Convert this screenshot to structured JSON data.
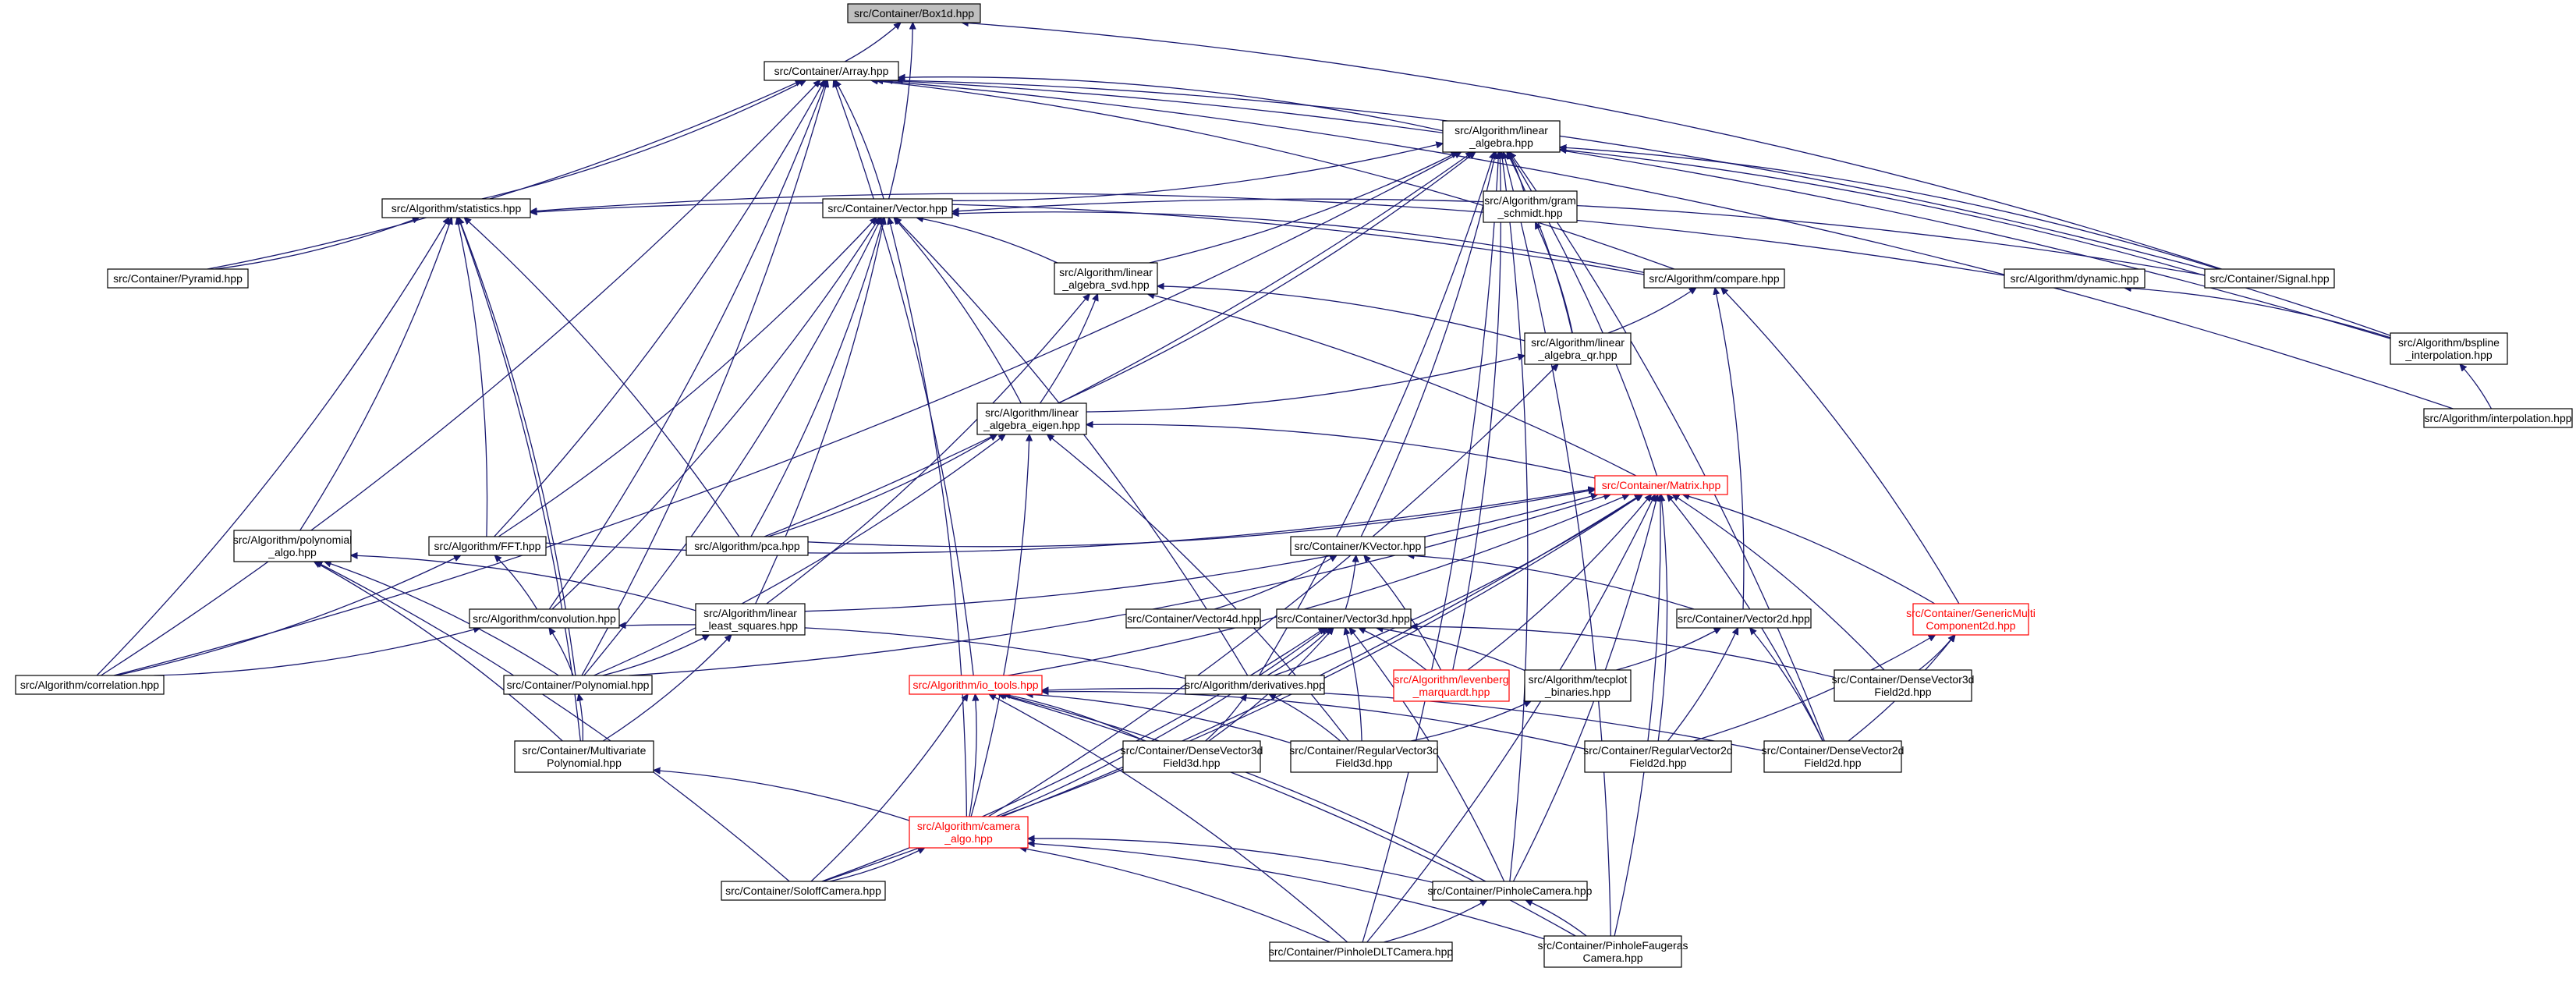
{
  "diagram": {
    "title": "",
    "edge_color": "#191970",
    "highlight_color": "#ff0000",
    "root_fill": "#bfbfbf",
    "nodes": [
      {
        "id": "box1d",
        "lines": [
          "src/Container/Box1d.hpp"
        ],
        "style": "root"
      },
      {
        "id": "array",
        "lines": [
          "src/Container/Array.hpp"
        ],
        "style": "normal"
      },
      {
        "id": "linalg",
        "lines": [
          "src/Algorithm/linear",
          "_algebra.hpp"
        ],
        "style": "normal"
      },
      {
        "id": "stats",
        "lines": [
          "src/Algorithm/statistics.hpp"
        ],
        "style": "normal"
      },
      {
        "id": "vector",
        "lines": [
          "src/Container/Vector.hpp"
        ],
        "style": "normal"
      },
      {
        "id": "gram",
        "lines": [
          "src/Algorithm/gram",
          "_schmidt.hpp"
        ],
        "style": "normal"
      },
      {
        "id": "pyramid",
        "lines": [
          "src/Container/Pyramid.hpp"
        ],
        "style": "normal"
      },
      {
        "id": "linsvd",
        "lines": [
          "src/Algorithm/linear",
          "_algebra_svd.hpp"
        ],
        "style": "normal"
      },
      {
        "id": "compare",
        "lines": [
          "src/Algorithm/compare.hpp"
        ],
        "style": "normal"
      },
      {
        "id": "dynamic",
        "lines": [
          "src/Algorithm/dynamic.hpp"
        ],
        "style": "normal"
      },
      {
        "id": "signal",
        "lines": [
          "src/Container/Signal.hpp"
        ],
        "style": "normal"
      },
      {
        "id": "bspline",
        "lines": [
          "src/Algorithm/bspline",
          "_interpolation.hpp"
        ],
        "style": "normal"
      },
      {
        "id": "linqr",
        "lines": [
          "src/Algorithm/linear",
          "_algebra_qr.hpp"
        ],
        "style": "normal"
      },
      {
        "id": "interp",
        "lines": [
          "src/Algorithm/interpolation.hpp"
        ],
        "style": "normal"
      },
      {
        "id": "lineigen",
        "lines": [
          "src/Algorithm/linear",
          "_algebra_eigen.hpp"
        ],
        "style": "normal"
      },
      {
        "id": "matrix",
        "lines": [
          "src/Container/Matrix.hpp"
        ],
        "style": "red"
      },
      {
        "id": "polyalgo",
        "lines": [
          "src/Algorithm/polynomial",
          "_algo.hpp"
        ],
        "style": "normal"
      },
      {
        "id": "fft",
        "lines": [
          "src/Algorithm/FFT.hpp"
        ],
        "style": "normal"
      },
      {
        "id": "pca",
        "lines": [
          "src/Algorithm/pca.hpp"
        ],
        "style": "normal"
      },
      {
        "id": "kvector",
        "lines": [
          "src/Container/KVector.hpp"
        ],
        "style": "normal"
      },
      {
        "id": "vector4d",
        "lines": [
          "src/Container/Vector4d.hpp"
        ],
        "style": "normal"
      },
      {
        "id": "vector3d",
        "lines": [
          "src/Container/Vector3d.hpp"
        ],
        "style": "normal"
      },
      {
        "id": "vector2d",
        "lines": [
          "src/Container/Vector2d.hpp"
        ],
        "style": "normal"
      },
      {
        "id": "genmulti",
        "lines": [
          "src/Container/GenericMulti",
          "Component2d.hpp"
        ],
        "style": "red"
      },
      {
        "id": "linlsq",
        "lines": [
          "src/Algorithm/linear",
          "_least_squares.hpp"
        ],
        "style": "normal"
      },
      {
        "id": "conv",
        "lines": [
          "src/Algorithm/convolution.hpp"
        ],
        "style": "normal"
      },
      {
        "id": "correl",
        "lines": [
          "src/Algorithm/correlation.hpp"
        ],
        "style": "normal"
      },
      {
        "id": "polynomial",
        "lines": [
          "src/Container/Polynomial.hpp"
        ],
        "style": "normal"
      },
      {
        "id": "iotools",
        "lines": [
          "src/Algorithm/io_tools.hpp"
        ],
        "style": "red"
      },
      {
        "id": "deriv",
        "lines": [
          "src/Algorithm/derivatives.hpp"
        ],
        "style": "normal"
      },
      {
        "id": "levenberg",
        "lines": [
          "src/Algorithm/levenberg",
          "_marquardt.hpp"
        ],
        "style": "red"
      },
      {
        "id": "tecplot",
        "lines": [
          "src/Algorithm/tecplot",
          "_binaries.hpp"
        ],
        "style": "normal"
      },
      {
        "id": "dv3df2d",
        "lines": [
          "src/Container/DenseVector3d",
          "Field2d.hpp"
        ],
        "style": "normal"
      },
      {
        "id": "multipoly",
        "lines": [
          "src/Container/Multivariate",
          "Polynomial.hpp"
        ],
        "style": "normal"
      },
      {
        "id": "dv3df3d",
        "lines": [
          "src/Container/DenseVector3d",
          "Field3d.hpp"
        ],
        "style": "normal"
      },
      {
        "id": "rv3df3d",
        "lines": [
          "src/Container/RegularVector3d",
          "Field3d.hpp"
        ],
        "style": "normal"
      },
      {
        "id": "rv2df2d",
        "lines": [
          "src/Container/RegularVector2d",
          "Field2d.hpp"
        ],
        "style": "normal"
      },
      {
        "id": "dv2df2d",
        "lines": [
          "src/Container/DenseVector2d",
          "Field2d.hpp"
        ],
        "style": "normal"
      },
      {
        "id": "camera",
        "lines": [
          "src/Algorithm/camera",
          "_algo.hpp"
        ],
        "style": "red"
      },
      {
        "id": "soloff",
        "lines": [
          "src/Container/SoloffCamera.hpp"
        ],
        "style": "normal"
      },
      {
        "id": "pinhole",
        "lines": [
          "src/Container/PinholeCamera.hpp"
        ],
        "style": "normal"
      },
      {
        "id": "pinholedlt",
        "lines": [
          "src/Container/PinholeDLTCamera.hpp"
        ],
        "style": "normal"
      },
      {
        "id": "pinholefaug",
        "lines": [
          "src/Container/PinholeFaugeras",
          "Camera.hpp"
        ],
        "style": "normal"
      }
    ],
    "edges": [
      [
        "array",
        "box1d"
      ],
      [
        "vector",
        "box1d"
      ],
      [
        "signal",
        "box1d"
      ],
      [
        "vector",
        "array"
      ],
      [
        "linalg",
        "array"
      ],
      [
        "stats",
        "array"
      ],
      [
        "pyramid",
        "array"
      ],
      [
        "compare",
        "array"
      ],
      [
        "signal",
        "array"
      ],
      [
        "bspline",
        "array"
      ],
      [
        "interp",
        "array"
      ],
      [
        "fft",
        "array"
      ],
      [
        "conv",
        "array"
      ],
      [
        "correl",
        "array"
      ],
      [
        "polynomial",
        "array"
      ],
      [
        "iotools",
        "array"
      ],
      [
        "vector",
        "linalg"
      ],
      [
        "gram",
        "linalg"
      ],
      [
        "linsvd",
        "linalg"
      ],
      [
        "linqr",
        "linalg"
      ],
      [
        "lineigen",
        "linalg"
      ],
      [
        "matrix",
        "linalg"
      ],
      [
        "kvector",
        "linalg"
      ],
      [
        "pca",
        "linalg"
      ],
      [
        "correl",
        "linalg"
      ],
      [
        "levenberg",
        "linalg"
      ],
      [
        "deriv",
        "linalg"
      ],
      [
        "signal",
        "linalg"
      ],
      [
        "bspline",
        "linalg"
      ],
      [
        "pinhole",
        "linalg"
      ],
      [
        "pinholedlt",
        "linalg"
      ],
      [
        "pinholefaug",
        "linalg"
      ],
      [
        "dv2df2d",
        "linalg"
      ],
      [
        "pyramid",
        "stats"
      ],
      [
        "compare",
        "stats"
      ],
      [
        "dynamic",
        "stats"
      ],
      [
        "polyalgo",
        "stats"
      ],
      [
        "fft",
        "stats"
      ],
      [
        "pca",
        "stats"
      ],
      [
        "correl",
        "stats"
      ],
      [
        "polynomial",
        "stats"
      ],
      [
        "multipoly",
        "stats"
      ],
      [
        "linsvd",
        "vector"
      ],
      [
        "compare",
        "vector"
      ],
      [
        "signal",
        "vector"
      ],
      [
        "lineigen",
        "vector"
      ],
      [
        "fft",
        "vector"
      ],
      [
        "pca",
        "vector"
      ],
      [
        "conv",
        "vector"
      ],
      [
        "linlsq",
        "vector"
      ],
      [
        "polynomial",
        "vector"
      ],
      [
        "camera",
        "vector"
      ],
      [
        "deriv",
        "vector"
      ],
      [
        "linqr",
        "gram"
      ],
      [
        "linqr",
        "compare"
      ],
      [
        "vector2d",
        "compare"
      ],
      [
        "genmulti",
        "compare"
      ],
      [
        "bspline",
        "dynamic"
      ],
      [
        "interp",
        "bspline"
      ],
      [
        "lineigen",
        "linsvd"
      ],
      [
        "linqr",
        "linsvd"
      ],
      [
        "matrix",
        "linsvd"
      ],
      [
        "linlsq",
        "linsvd"
      ],
      [
        "lineigen",
        "linqr"
      ],
      [
        "camera",
        "linqr"
      ],
      [
        "matrix",
        "lineigen"
      ],
      [
        "pca",
        "lineigen"
      ],
      [
        "polynomial",
        "lineigen"
      ],
      [
        "camera",
        "lineigen"
      ],
      [
        "rv3df3d",
        "lineigen"
      ],
      [
        "fft",
        "matrix"
      ],
      [
        "pca",
        "matrix"
      ],
      [
        "linlsq",
        "matrix"
      ],
      [
        "polynomial",
        "matrix"
      ],
      [
        "soloff",
        "matrix"
      ],
      [
        "iotools",
        "matrix"
      ],
      [
        "deriv",
        "matrix"
      ],
      [
        "levenberg",
        "matrix"
      ],
      [
        "genmulti",
        "matrix"
      ],
      [
        "dv3df2d",
        "matrix"
      ],
      [
        "rv2df2d",
        "matrix"
      ],
      [
        "dv2df2d",
        "matrix"
      ],
      [
        "camera",
        "matrix"
      ],
      [
        "pinhole",
        "matrix"
      ],
      [
        "pinholedlt",
        "matrix"
      ],
      [
        "pinholefaug",
        "matrix"
      ],
      [
        "linlsq",
        "polyalgo"
      ],
      [
        "polynomial",
        "polyalgo"
      ],
      [
        "multipoly",
        "polyalgo"
      ],
      [
        "soloff",
        "polyalgo"
      ],
      [
        "conv",
        "fft"
      ],
      [
        "correl",
        "fft"
      ],
      [
        "vector4d",
        "kvector"
      ],
      [
        "vector3d",
        "kvector"
      ],
      [
        "vector2d",
        "kvector"
      ],
      [
        "levenberg",
        "kvector"
      ],
      [
        "deriv",
        "vector3d"
      ],
      [
        "levenberg",
        "vector3d"
      ],
      [
        "tecplot",
        "vector3d"
      ],
      [
        "dv3df2d",
        "vector3d"
      ],
      [
        "dv3df3d",
        "vector3d"
      ],
      [
        "rv3df3d",
        "vector3d"
      ],
      [
        "camera",
        "vector3d"
      ],
      [
        "soloff",
        "vector3d"
      ],
      [
        "pinhole",
        "vector3d"
      ],
      [
        "tecplot",
        "vector2d"
      ],
      [
        "rv2df2d",
        "vector2d"
      ],
      [
        "dv2df2d",
        "vector2d"
      ],
      [
        "dv3df2d",
        "genmulti"
      ],
      [
        "rv2df2d",
        "genmulti"
      ],
      [
        "dv2df2d",
        "genmulti"
      ],
      [
        "polynomial",
        "linlsq"
      ],
      [
        "multipoly",
        "linlsq"
      ],
      [
        "correl",
        "conv"
      ],
      [
        "polynomial",
        "conv"
      ],
      [
        "deriv",
        "conv"
      ],
      [
        "multipoly",
        "polynomial"
      ],
      [
        "camera",
        "iotools"
      ],
      [
        "soloff",
        "iotools"
      ],
      [
        "dv3df3d",
        "iotools"
      ],
      [
        "rv3df3d",
        "iotools"
      ],
      [
        "rv2df2d",
        "iotools"
      ],
      [
        "dv2df2d",
        "iotools"
      ],
      [
        "pinhole",
        "iotools"
      ],
      [
        "pinholedlt",
        "iotools"
      ],
      [
        "pinholefaug",
        "iotools"
      ],
      [
        "dv3df3d",
        "deriv"
      ],
      [
        "rv3df3d",
        "deriv"
      ],
      [
        "rv3df3d",
        "tecplot"
      ],
      [
        "camera",
        "multipoly"
      ],
      [
        "soloff",
        "camera"
      ],
      [
        "pinhole",
        "camera"
      ],
      [
        "pinholedlt",
        "camera"
      ],
      [
        "pinholefaug",
        "camera"
      ],
      [
        "pinholedlt",
        "pinhole"
      ],
      [
        "pinholefaug",
        "pinhole"
      ]
    ]
  }
}
